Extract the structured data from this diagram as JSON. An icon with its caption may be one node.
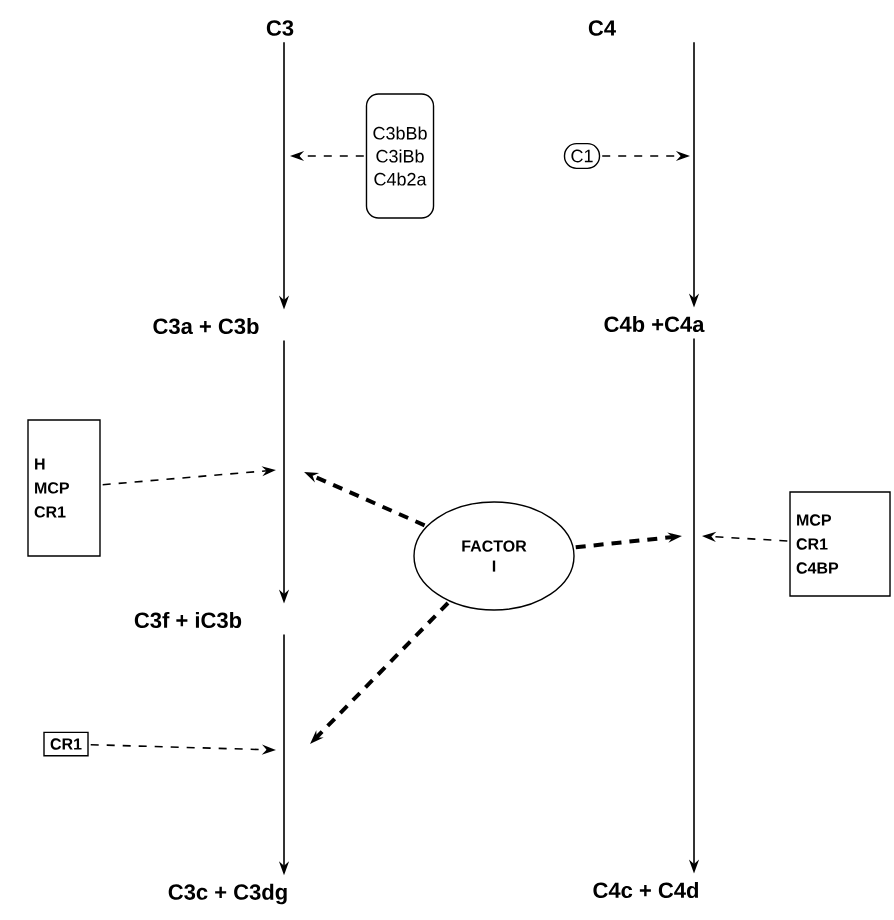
{
  "diagram": {
    "nodes": [
      {
        "text": [
          "C3"
        ]
      },
      {
        "text": [
          "C3a + C3b"
        ]
      },
      {
        "text": [
          "C3f + iC3b"
        ]
      },
      {
        "text": [
          "C3c + C3dg"
        ]
      },
      {
        "text": [
          "C4"
        ]
      },
      {
        "text": [
          "C4b +C4a"
        ]
      },
      {
        "text": [
          "C4c + C4d"
        ]
      },
      {
        "text": [
          "C3bBb",
          "C3iBb",
          "C4b2a"
        ]
      },
      {
        "text": [
          "C1"
        ]
      },
      {
        "text": [
          "H",
          "MCP",
          "CR1"
        ]
      },
      {
        "text": [
          "FACTOR I"
        ]
      },
      {
        "text": [
          "MCP",
          "CR1",
          "C4BP"
        ]
      },
      {
        "text": [
          "CR1"
        ]
      }
    ],
    "edges": [
      {
        "from": 0,
        "to": 1,
        "arrow": "to"
      },
      {
        "from": 1,
        "to": 2,
        "arrow": "to"
      },
      {
        "from": 2,
        "to": 3,
        "arrow": "to"
      },
      {
        "from": 4,
        "to": 5,
        "arrow": "to"
      },
      {
        "from": 5,
        "to": 6,
        "arrow": "to"
      },
      {
        "from": 7,
        "to": null,
        "arrow": "to",
        "style": "dashed"
      },
      {
        "from": 8,
        "to": null,
        "arrow": "to",
        "style": "dashed"
      },
      {
        "from": 9,
        "to": null,
        "arrow": "to",
        "style": "dashed"
      },
      {
        "from": 10,
        "to": null,
        "arrow": "to",
        "style": "dashed"
      },
      {
        "from": 10,
        "to": null,
        "arrow": "to",
        "style": "dashed"
      },
      {
        "from": 10,
        "to": null,
        "arrow": "to",
        "style": "dashed"
      },
      {
        "from": 11,
        "to": null,
        "arrow": "to",
        "style": "dashed"
      },
      {
        "from": 12,
        "to": null,
        "arrow": "to",
        "style": "dashed"
      }
    ]
  }
}
